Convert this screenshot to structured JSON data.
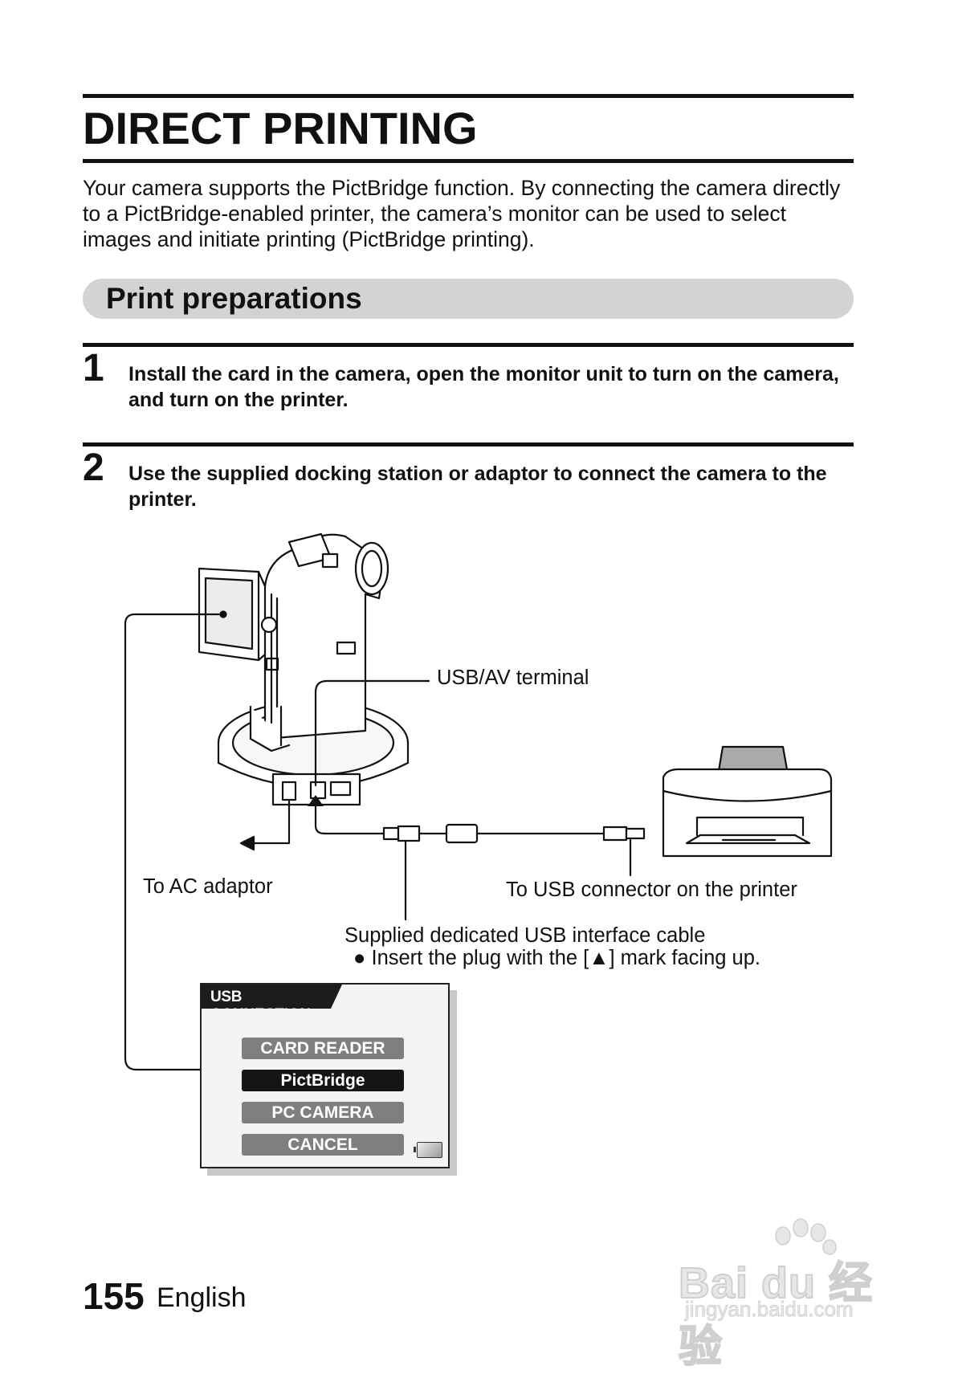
{
  "header": {
    "title": "DIRECT PRINTING"
  },
  "intro": "Your camera supports the PictBridge function. By connecting the camera directly to a PictBridge-enabled printer, the camera’s monitor can be used to select images and initiate printing (PictBridge printing).",
  "section": {
    "title": "Print preparations"
  },
  "steps": [
    {
      "number": "1",
      "text": "Install the card in the camera, open the monitor unit to turn on the camera, and turn on the printer."
    },
    {
      "number": "2",
      "text": "Use the supplied docking station or adaptor to connect the camera to the printer."
    }
  ],
  "diagram": {
    "usb_av_terminal": "USB/AV terminal",
    "to_ac_adaptor": "To AC adaptor",
    "to_usb_connector": "To USB connector on the printer",
    "cable_label": "Supplied dedicated USB interface cable",
    "cable_note": "● Insert the plug with the [▲] mark facing up."
  },
  "usb_connection": {
    "header": "USB CONNECTION",
    "options": [
      "CARD READER",
      "PictBridge",
      "PC CAMERA",
      "CANCEL"
    ],
    "selected": "PictBridge"
  },
  "footer": {
    "page_number": "155",
    "language": "English"
  },
  "watermark": {
    "logo_text": "Bai du 经验",
    "url": "jingyan.baidu.com"
  }
}
